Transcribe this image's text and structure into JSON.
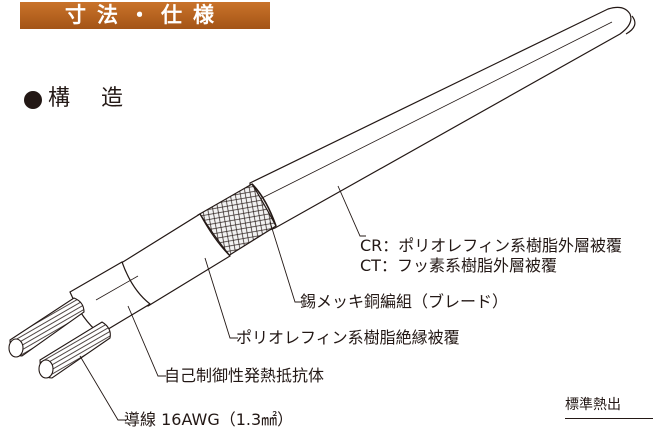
{
  "header": {
    "title": "寸法・仕様"
  },
  "section": {
    "title": "構 造"
  },
  "labels": {
    "cr": "CR：ポリオレフィン系樹脂外層被覆",
    "ct": "CT：フッ素系樹脂外層被覆",
    "braid": "錫メッキ銅編組（ブレード）",
    "insulation": "ポリオレフィン系樹脂絶縁被覆",
    "heating_element": "自己制御性発熱抵抗体",
    "conductor": "導線 16AWG（1.3㎟）"
  },
  "side_label": "標準熱出",
  "colors": {
    "header_bg": "#b5621f",
    "header_text": "#ffffff",
    "ink": "#231815"
  }
}
